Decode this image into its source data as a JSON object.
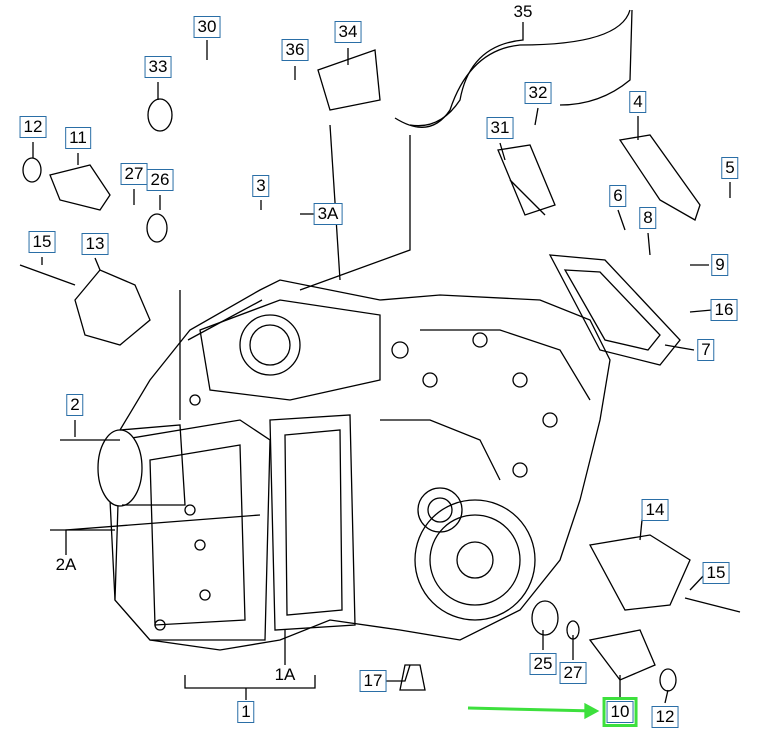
{
  "diagram": {
    "labels": [
      {
        "id": "35",
        "text": "35",
        "boxed": false
      },
      {
        "id": "30",
        "text": "30",
        "boxed": true
      },
      {
        "id": "34",
        "text": "34",
        "boxed": true
      },
      {
        "id": "33",
        "text": "33",
        "boxed": true
      },
      {
        "id": "36",
        "text": "36",
        "boxed": true
      },
      {
        "id": "32",
        "text": "32",
        "boxed": true
      },
      {
        "id": "4",
        "text": "4",
        "boxed": true
      },
      {
        "id": "12a",
        "text": "12",
        "boxed": true
      },
      {
        "id": "11",
        "text": "11",
        "boxed": true
      },
      {
        "id": "31",
        "text": "31",
        "boxed": true
      },
      {
        "id": "27a",
        "text": "27",
        "boxed": true
      },
      {
        "id": "26",
        "text": "26",
        "boxed": true
      },
      {
        "id": "3",
        "text": "3",
        "boxed": true
      },
      {
        "id": "3A",
        "text": "3A",
        "boxed": true
      },
      {
        "id": "5",
        "text": "5",
        "boxed": true
      },
      {
        "id": "6",
        "text": "6",
        "boxed": true
      },
      {
        "id": "8",
        "text": "8",
        "boxed": true
      },
      {
        "id": "15a",
        "text": "15",
        "boxed": true
      },
      {
        "id": "13",
        "text": "13",
        "boxed": true
      },
      {
        "id": "9",
        "text": "9",
        "boxed": true
      },
      {
        "id": "16",
        "text": "16",
        "boxed": true
      },
      {
        "id": "7",
        "text": "7",
        "boxed": true
      },
      {
        "id": "2",
        "text": "2",
        "boxed": true
      },
      {
        "id": "14",
        "text": "14",
        "boxed": true
      },
      {
        "id": "2A",
        "text": "2A",
        "boxed": false
      },
      {
        "id": "15b",
        "text": "15",
        "boxed": true
      },
      {
        "id": "1A",
        "text": "1A",
        "boxed": false
      },
      {
        "id": "25",
        "text": "25",
        "boxed": true
      },
      {
        "id": "27b",
        "text": "27",
        "boxed": true
      },
      {
        "id": "17",
        "text": "17",
        "boxed": true
      },
      {
        "id": "1",
        "text": "1",
        "boxed": true
      },
      {
        "id": "10",
        "text": "10",
        "boxed": true,
        "highlighted": true
      },
      {
        "id": "12b",
        "text": "12",
        "boxed": true
      }
    ],
    "highlight_color": "#3de03d",
    "box_color": "#2a6ea6"
  }
}
